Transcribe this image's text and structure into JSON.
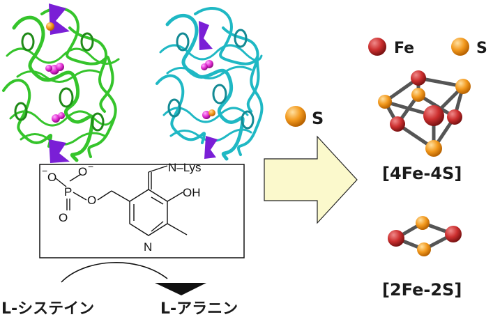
{
  "legend": {
    "fe_label": "Fe",
    "s_label": "S"
  },
  "sulfur_label": "S",
  "cluster_4fe4s_label": "[4Fe-4S]",
  "cluster_2fe2s_label": "[2Fe-2S]",
  "cofactor": {
    "imine_label": "N–Lys",
    "hydroxyl_label": "OH",
    "ring_n_label": "N",
    "phosphate_o1": "O",
    "phosphate_o2": "O",
    "phosphate_o3": "O",
    "phosphate_o4": "O",
    "phosphate_p": "P",
    "ester_o": "O",
    "minus1": "−",
    "minus2": "−"
  },
  "reaction": {
    "substrate": "L-システイン",
    "product": "L-アラニン"
  },
  "colors": {
    "iron": "#cc2f2f",
    "sulfur": "#f39a1e",
    "protein_a": "#35c42b",
    "protein_b": "#1fb8c4",
    "ligand": "#7a1fd6",
    "arrow_fill": "#fbf9cc"
  }
}
